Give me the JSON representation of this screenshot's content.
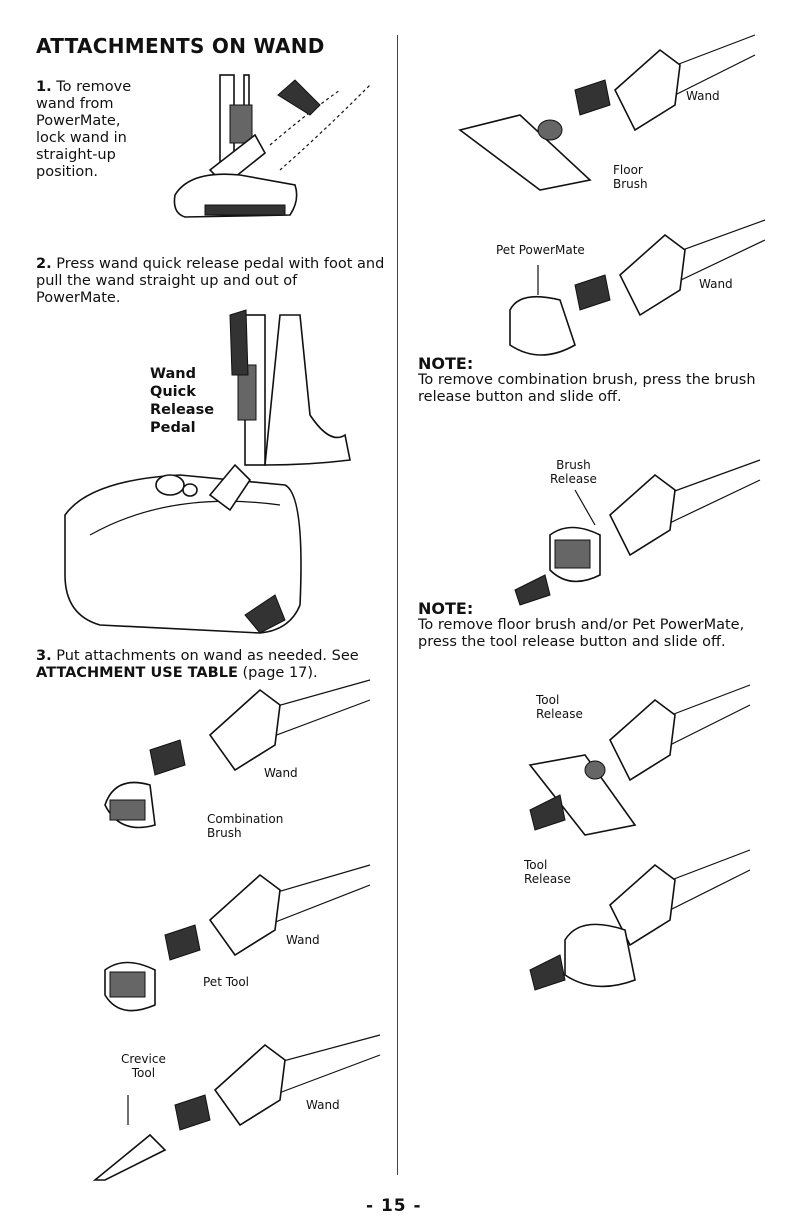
{
  "heading": "ATTACHMENTS ON WAND",
  "steps": [
    {
      "num": "1.",
      "text": "To remove wand from PowerMate, lock wand in straight-up position."
    },
    {
      "num": "2.",
      "text": "Press wand quick release pedal with foot and pull the wand straight up and out of PowerMate."
    },
    {
      "num": "3.",
      "text_before": "Put attachments on wand as needed. See",
      "ref": "ATTACHMENT USE TABLE",
      "text_after": "(page 17)."
    }
  ],
  "labels": {
    "pedal": [
      "Wand",
      "Quick",
      "Release",
      "Pedal"
    ],
    "wand": "Wand",
    "combination_brush": [
      "Combination",
      "Brush"
    ],
    "pet_tool": "Pet Tool",
    "crevice_tool": [
      "Crevice",
      "Tool"
    ],
    "floor_brush": [
      "Floor",
      "Brush"
    ],
    "pet_powermate": "Pet PowerMate",
    "brush_release": [
      "Brush",
      "Release"
    ],
    "tool_release": [
      "Tool",
      "Release"
    ]
  },
  "notes": [
    {
      "heading": "NOTE:",
      "text": "To remove combination brush, press the brush release button and slide off."
    },
    {
      "heading": "NOTE:",
      "text": "To remove floor brush and/or Pet PowerMate, press the tool release button and slide off."
    }
  ],
  "footer": "- 15 -"
}
